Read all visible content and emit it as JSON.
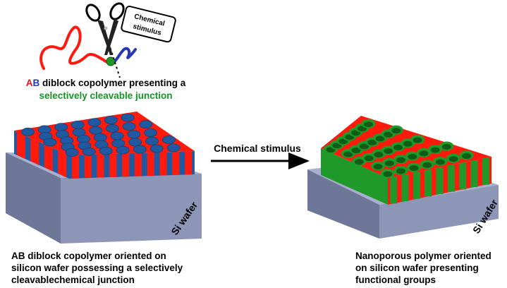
{
  "title": {
    "letter_a": "A",
    "letter_b": "B",
    "rest": " diblock copolymer presenting a",
    "line2": "selectively cleavable junction"
  },
  "scissors_tag": {
    "line1": "Chemical",
    "line2": "stimulus"
  },
  "arrow_label": "Chemical stimulus",
  "wafer_label": "Si wafer",
  "left_caption": [
    "AB diblock copolymer oriented on",
    "silicon wafer possessing a selectively",
    "cleavablechemical junction"
  ],
  "right_caption": [
    "Nanoporous polymer oriented",
    "on silicon wafer presenting",
    "functional groups"
  ],
  "colors": {
    "block_a": "#ff1a0d",
    "block_b": "#1f5aa0",
    "junction": "#1f9a2a",
    "wafer": "#8e96b8"
  }
}
